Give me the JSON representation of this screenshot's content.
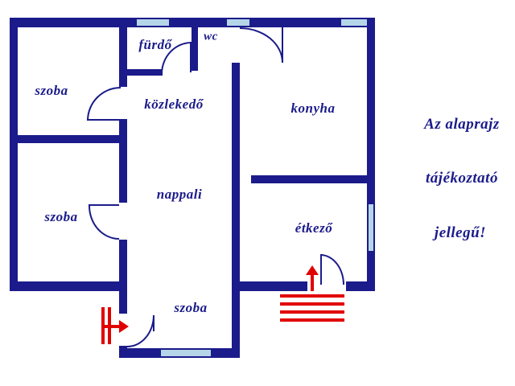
{
  "title": "Floor plan (alaprajz)",
  "rooms": {
    "szoba_top": "szoba",
    "furdo": "fürdő",
    "wc": "wc",
    "kozlekedo": "közlekedő",
    "konyha": "konyha",
    "szoba_mid": "szoba",
    "nappali": "nappali",
    "etkezo": "étkező",
    "szoba_bottom": "szoba"
  },
  "note": {
    "line1": "Az alaprajz",
    "line2": "tájékoztató",
    "line3": "jellegű!"
  },
  "icons": {
    "entrance_arrow_up": "up-arrow",
    "entrance_arrow_right": "right-arrow",
    "stairs_marks": "stairs"
  },
  "colors": {
    "wall": "#1b1b8b",
    "window": "#b5d6e8",
    "accent_red": "#e10000",
    "text": "#1b1b8b",
    "background": "#ffffff"
  }
}
